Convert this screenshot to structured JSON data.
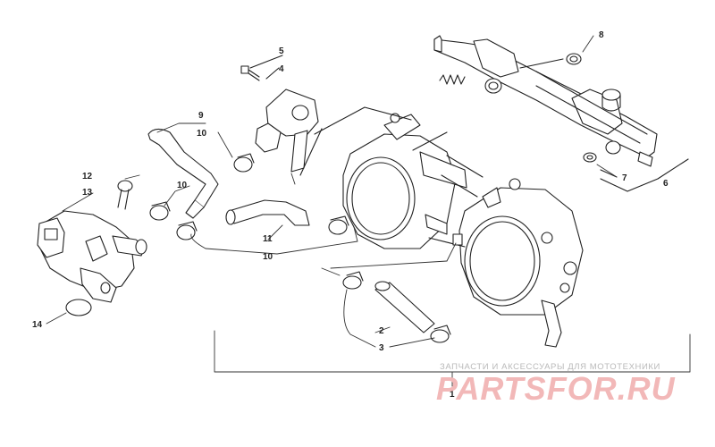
{
  "callouts": {
    "c1": "1",
    "c2": "2",
    "c3": "3",
    "c4": "4",
    "c5": "5",
    "c6": "6",
    "c7": "7",
    "c8": "8",
    "c9": "9",
    "c10a": "10",
    "c10b": "10",
    "c10c": "10",
    "c11": "11",
    "c12": "12",
    "c13": "13",
    "c14": "14"
  },
  "watermark": {
    "tagline": "ЗАПЧАСТИ И АКСЕССУАРЫ ДЛЯ МОТОТЕХНИКИ",
    "brand": "PARTSFOR.RU"
  },
  "colors": {
    "line": "#222222",
    "watermark_brand": "#f2b8b8",
    "watermark_text": "#b9b9b9"
  }
}
